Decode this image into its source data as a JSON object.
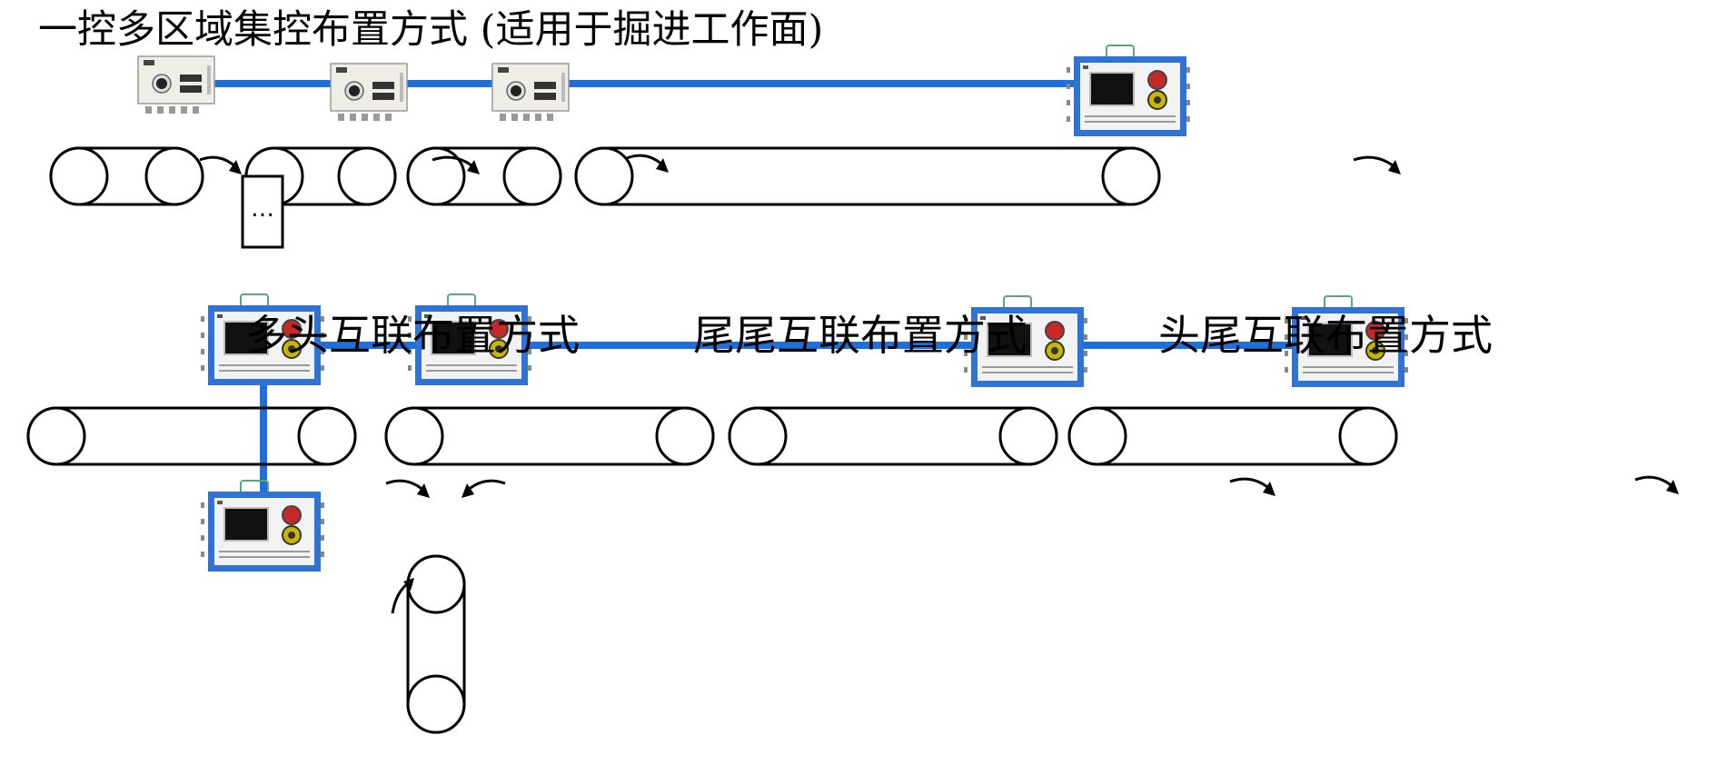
{
  "diagram": {
    "title": "一控多区域集控布置方式 (适用于掘进工作面)",
    "sections": [
      {
        "id": "multi-head",
        "label": "多头互联布置方式"
      },
      {
        "id": "tail-tail",
        "label": "尾尾互联布置方式"
      },
      {
        "id": "head-tail",
        "label": "头尾互联布置方式"
      }
    ],
    "colors": {
      "cable": "#1e6fd9",
      "controller_frame": "#2f73d6",
      "controller_body": "#f2f2f2",
      "screen": "#111111",
      "indicator_red": "#c62828",
      "indicator_yellow": "#c9b600",
      "small_unit_body": "#efeee6",
      "outline": "#000000"
    },
    "icons": {
      "main_controller": "control-box-icon",
      "small_controller": "small-control-unit-icon",
      "direction": "curved-arrow-icon",
      "continuation": "ellipsis-icon"
    },
    "ellipsis": "…"
  }
}
